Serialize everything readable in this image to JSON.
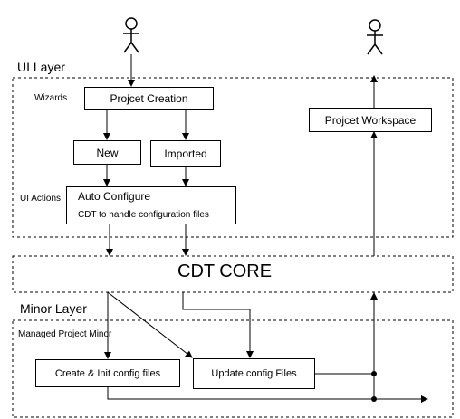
{
  "layers": {
    "ui_layer": "UI Layer",
    "minor_layer": "Minor Layer"
  },
  "side_labels": {
    "wizards": "Wizards",
    "ui_actions": "UI Actions",
    "managed_project_minor": "Managed Project Minor"
  },
  "boxes": {
    "project_creation": "Projcet Creation",
    "new": "New",
    "imported": "Imported",
    "auto_configure_title": "Auto Configure",
    "auto_configure_subtitle": "CDT to handle configuration files",
    "project_workspace": "Projcet Workspace",
    "cdt_core": "CDT CORE",
    "create_init": "Create & Init config files",
    "update_config": "Update config Files"
  },
  "colors": {
    "line": "#000000",
    "background": "#ffffff"
  }
}
